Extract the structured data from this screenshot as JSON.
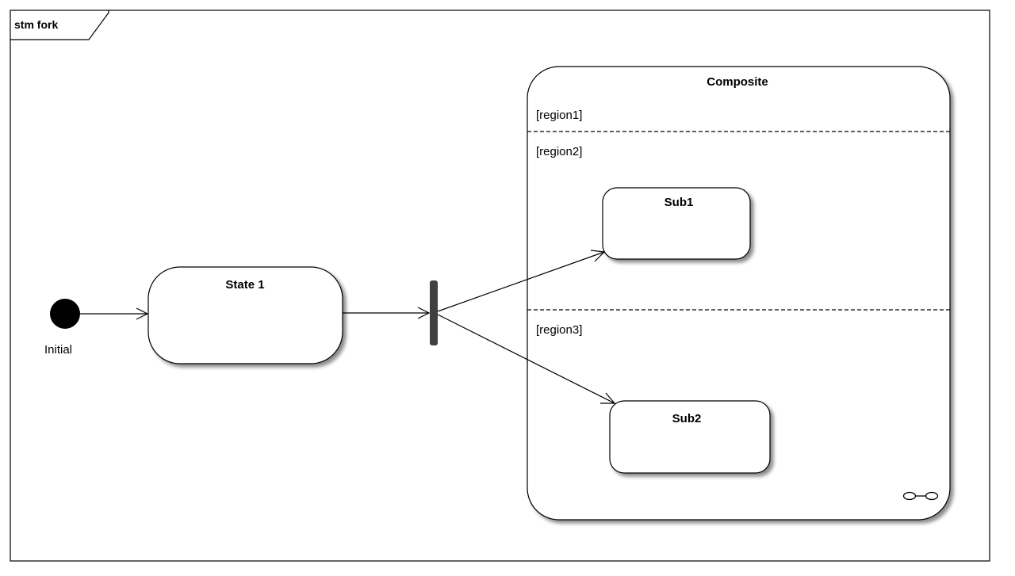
{
  "frame": {
    "title": "stm fork"
  },
  "initial": {
    "label": "Initial"
  },
  "state1": {
    "name": "State 1"
  },
  "composite": {
    "name": "Composite",
    "regions": [
      "[region1]",
      "[region2]",
      "[region3]"
    ]
  },
  "sub1": {
    "name": "Sub1"
  },
  "sub2": {
    "name": "Sub2"
  },
  "icons": {
    "composite_decomposition": "link-icon"
  },
  "colors": {
    "line": "#000000",
    "shadow": "#a0a0a0",
    "fork_bar": "#404040",
    "background": "#ffffff"
  }
}
